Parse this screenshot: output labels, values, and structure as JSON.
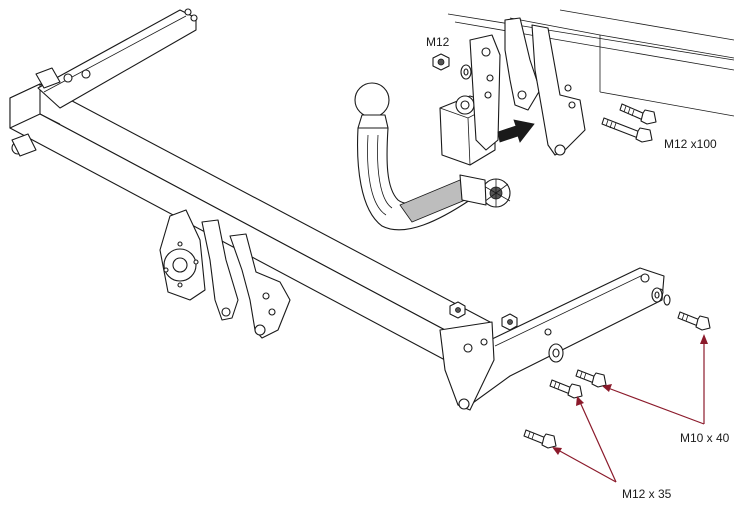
{
  "labels": {
    "nut_m12": "M12",
    "bolt_m12x100": "M12 x100",
    "bolt_m10x40": "M10 x 40",
    "bolt_m12x35": "M12 x 35"
  },
  "colors": {
    "line": "#1a1a1a",
    "callout_arrow": "#8b1a2b",
    "shading": "#bdbdbd"
  }
}
